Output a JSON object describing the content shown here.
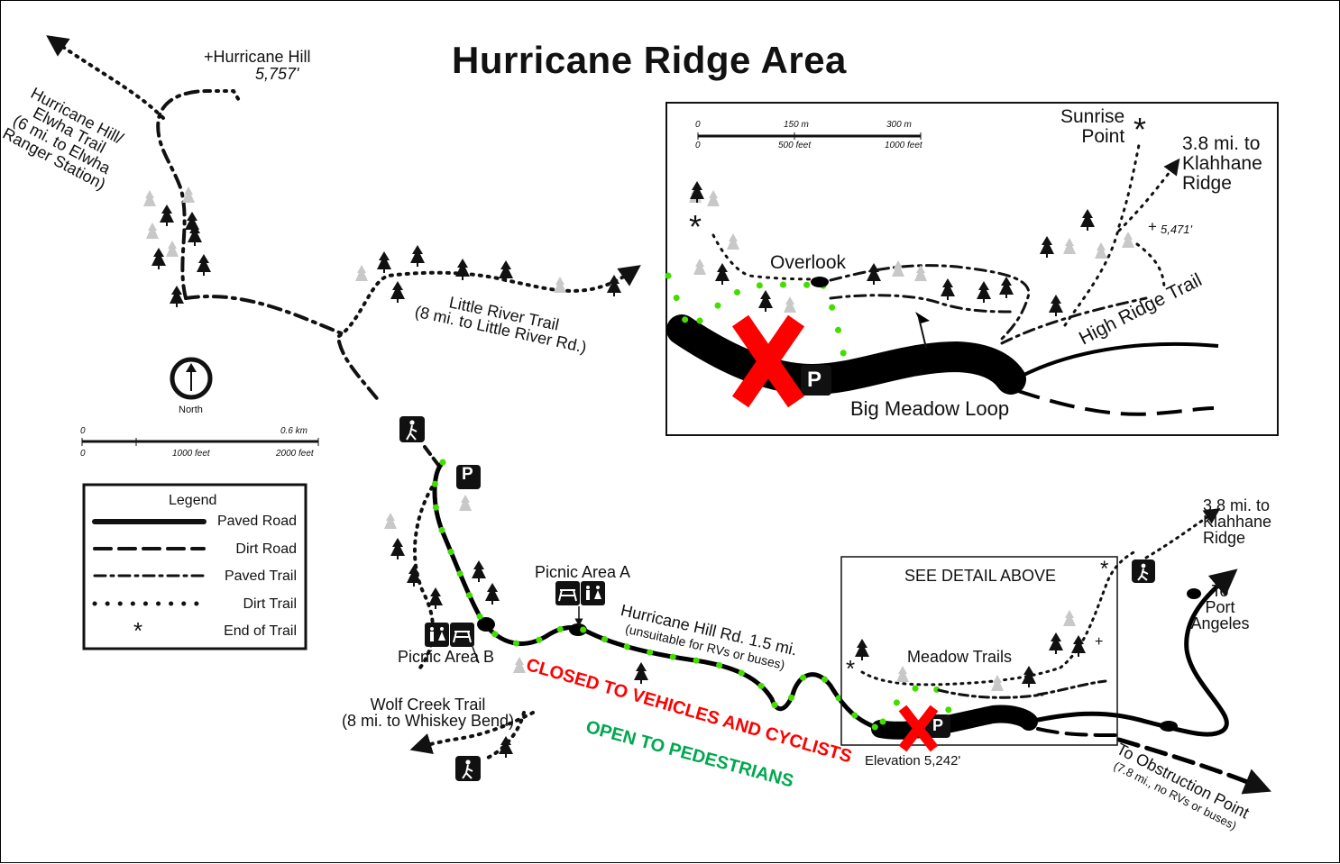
{
  "title": "Hurricane Ridge Area",
  "north_label": "North",
  "scale_main": {
    "top_zero": "0",
    "top_end": "0.6 km",
    "bottom_zero": "0",
    "bottom_mid": "1000 feet",
    "bottom_end": "2000 feet"
  },
  "scale_inset": {
    "top_zero": "0",
    "top_mid": "150 m",
    "top_end": "300 m",
    "bottom_zero": "0",
    "bottom_mid": "500 feet",
    "bottom_end": "1000 feet"
  },
  "legend": {
    "title": "Legend",
    "items": [
      {
        "label": "Paved Road",
        "style": "paved-road"
      },
      {
        "label": "Dirt Road",
        "style": "dirt-road"
      },
      {
        "label": "Paved Trail",
        "style": "paved-trail"
      },
      {
        "label": "Dirt Trail",
        "style": "dirt-trail"
      },
      {
        "label": "End of Trail",
        "style": "end-of-trail"
      }
    ]
  },
  "labels": {
    "hurricane_hill": "Hurricane Hill",
    "hurricane_hill_elev": "5,757'",
    "hh_trail_1": "Hurricane Hill/",
    "hh_trail_2": "Elwha Trail",
    "hh_trail_3": "(6 mi. to Elwha",
    "hh_trail_4": "Ranger Station)",
    "little_river_1": "Little River Trail",
    "little_river_2": "(8 mi. to Little River Rd.)",
    "picnic_a": "Picnic Area A",
    "picnic_b": "Picnic Area B",
    "hh_road_1": "Hurricane Hill Rd. 1.5 mi.",
    "hh_road_2": "(unsuitable for RVs or buses)",
    "wolf_creek_1": "Wolf Creek Trail",
    "wolf_creek_2": "(8 mi. to Whiskey Bend)",
    "see_detail": "SEE DETAIL ABOVE",
    "meadow_trails": "Meadow Trails",
    "elevation": "Elevation 5,242'",
    "klahhane_small_1": "3.8 mi. to",
    "klahhane_small_2": "Klahhane",
    "klahhane_small_3": "Ridge",
    "port_1": "To",
    "port_2": "Port",
    "port_3": "Angeles",
    "obstruction_1": "To Obstruction Point",
    "obstruction_2": "(7.8 mi., no RVs or buses)",
    "sunrise_1": "Sunrise",
    "sunrise_2": "Point",
    "klahhane_big_1": "3.8 mi. to",
    "klahhane_big_2": "Klahhane",
    "klahhane_big_3": "Ridge",
    "elev_5471": "5,471'",
    "overlook": "Overlook",
    "high_ridge": "High Ridge Trail",
    "big_meadow": "Big Meadow Loop",
    "parking": "P"
  },
  "notices": {
    "closed": "CLOSED TO VEHICLES AND CYCLISTS",
    "open": "OPEN TO PEDESTRIANS"
  },
  "colors": {
    "closed_text": "#ff0000",
    "open_text": "#00a84f",
    "closed_route_dots": "#44dd00",
    "closed_marker": "#ff0000",
    "road": "#000000",
    "tree_dark": "#111111",
    "tree_light": "#c8c8c8"
  },
  "icons": {
    "hiker": "hiker-icon",
    "parking": "parking-icon",
    "picnic": "picnic-table-icon",
    "restroom": "restroom-icon",
    "north_arrow": "north-arrow-icon",
    "end_of_trail": "asterisk-icon",
    "closed_marker": "red-x-icon"
  }
}
